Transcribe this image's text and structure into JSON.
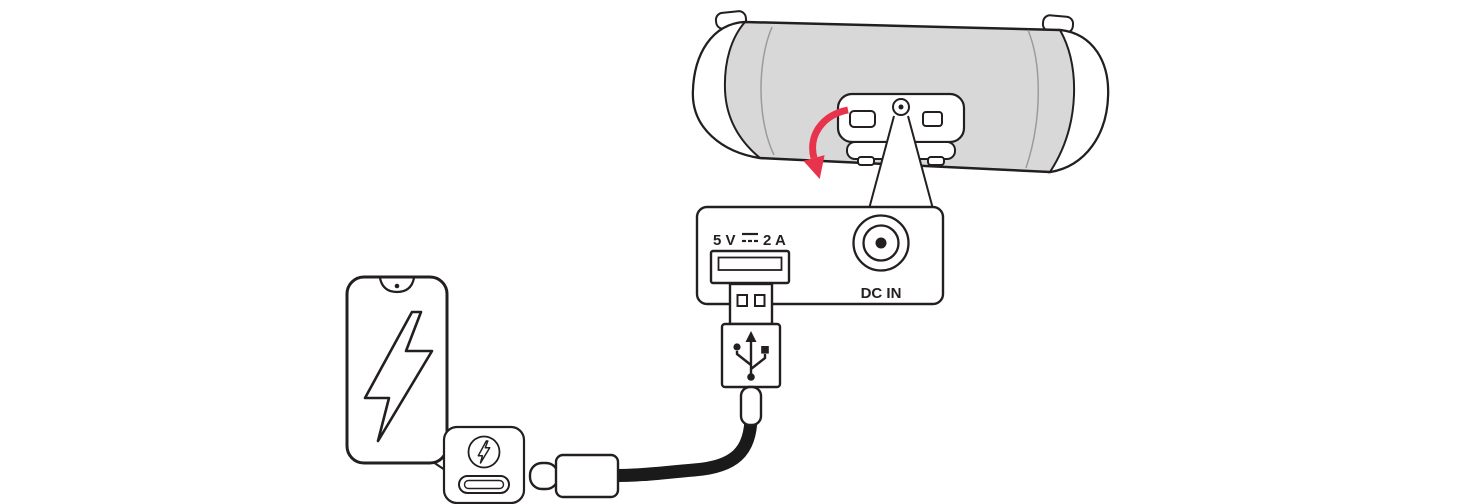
{
  "figure": {
    "labels": {
      "usb_voltage": "5 V",
      "usb_current": "2 A",
      "dc_in": "DC IN"
    },
    "colors": {
      "outline": "#231f20",
      "speaker_body": "#d8d8d9",
      "arrow": "#e8334c",
      "cable": "#1a1a1a",
      "background": "#ffffff"
    },
    "icons": {
      "usb_trident": "usb-trident-icon",
      "dc_current_symbol": "dc-symbol-icon",
      "charging_bolt_large": "charging-bolt-icon",
      "charging_bolt_small": "charging-bolt-small-icon",
      "open_cover_arrow": "open-cover-arrow-icon"
    }
  }
}
